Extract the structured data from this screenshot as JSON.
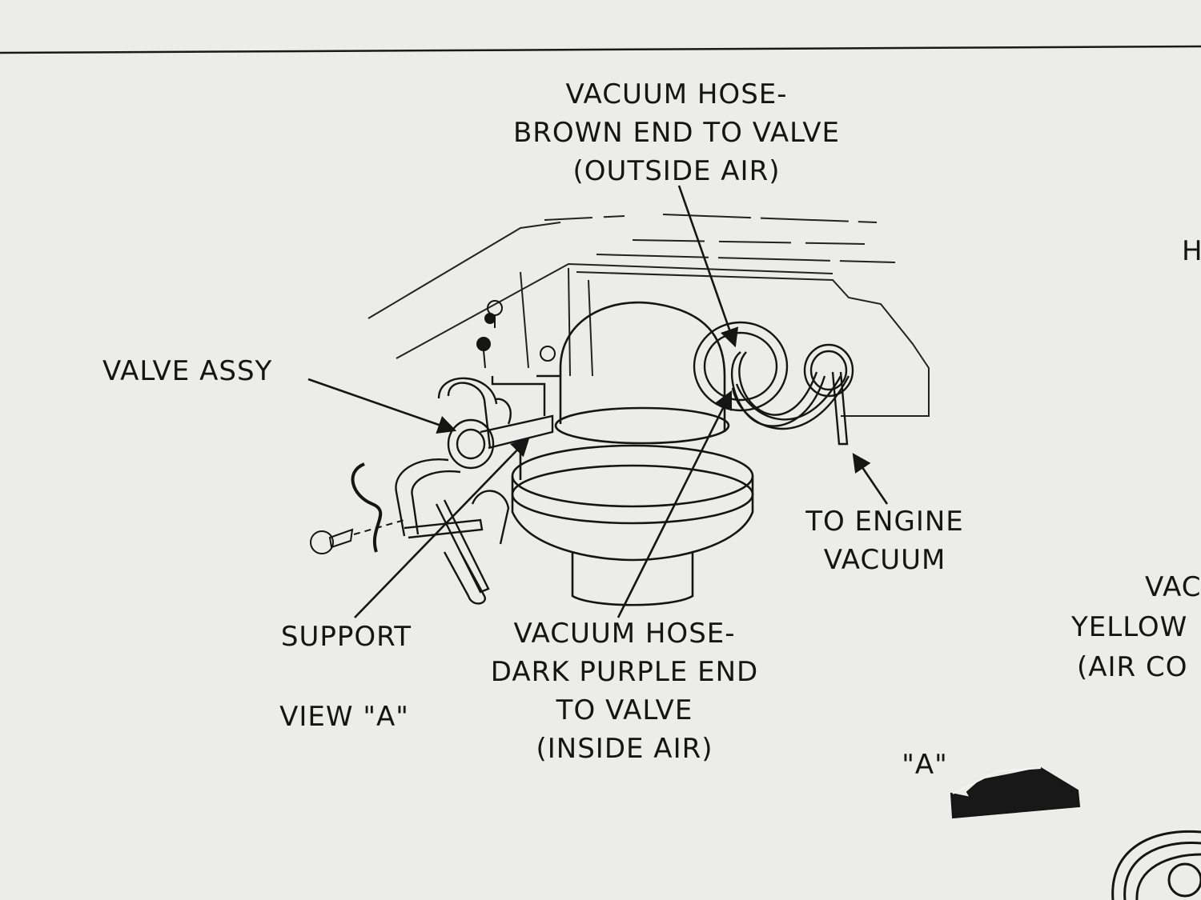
{
  "labels": {
    "outside_air": [
      "VACUUM HOSE-",
      "BROWN END TO VALVE",
      "(OUTSIDE AIR)"
    ],
    "valve_assy": "VALVE ASSY",
    "engine_vacuum": [
      "TO ENGINE",
      "VACUUM"
    ],
    "support": "SUPPORT",
    "view_a": "VIEW \"A\"",
    "inside_air": [
      "VACUUM HOSE-",
      "DARK PURPLE END",
      "TO VALVE",
      "(INSIDE AIR)"
    ],
    "a_marker": "\"A\"",
    "edge_h": "H",
    "edge_vac": "VAC",
    "edge_yellow": "YELLOW",
    "edge_air": "(AIR CO"
  },
  "colors": {
    "paper": "#ececea",
    "ink": "#151515"
  }
}
